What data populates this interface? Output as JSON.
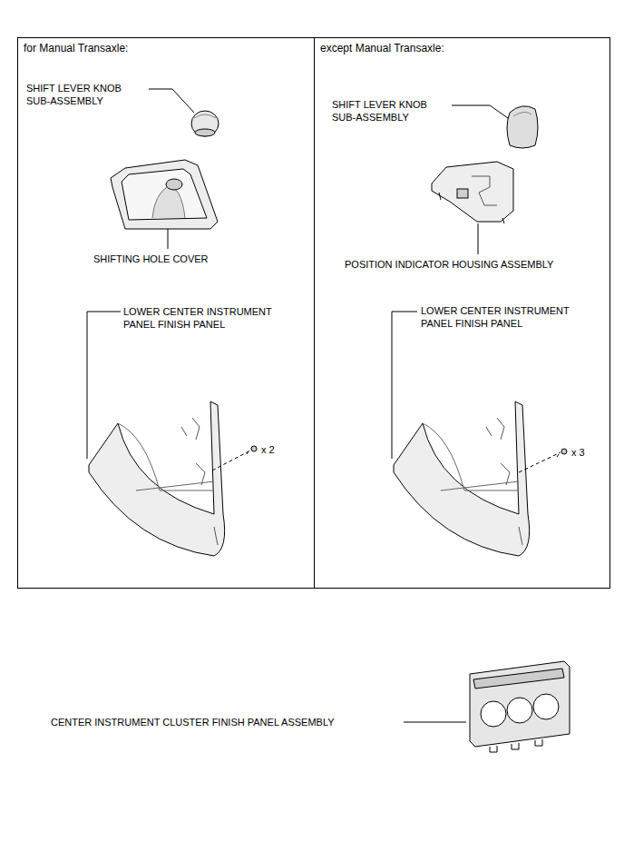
{
  "diagram": {
    "nodes": [
      {
        "text": [
          "for Manual Transaxle:"
        ]
      },
      {
        "text": [
          "except Manual Transaxle:"
        ]
      }
    ],
    "labels": [
      "SHIFT LEVER KNOB SUB-ASSEMBLY",
      "SHIFTING HOLE COVER",
      "LOWER CENTER INSTRUMENT PANEL FINISH PANEL",
      "x 2",
      "SHIFT LEVER KNOB SUB-ASSEMBLY",
      "POSITION INDICATOR HOUSING ASSEMBLY",
      "LOWER CENTER INSTRUMENT PANEL FINISH PANEL",
      "x 3",
      "CENTER INSTRUMENT CLUSTER FINISH PANEL ASSEMBLY"
    ]
  }
}
